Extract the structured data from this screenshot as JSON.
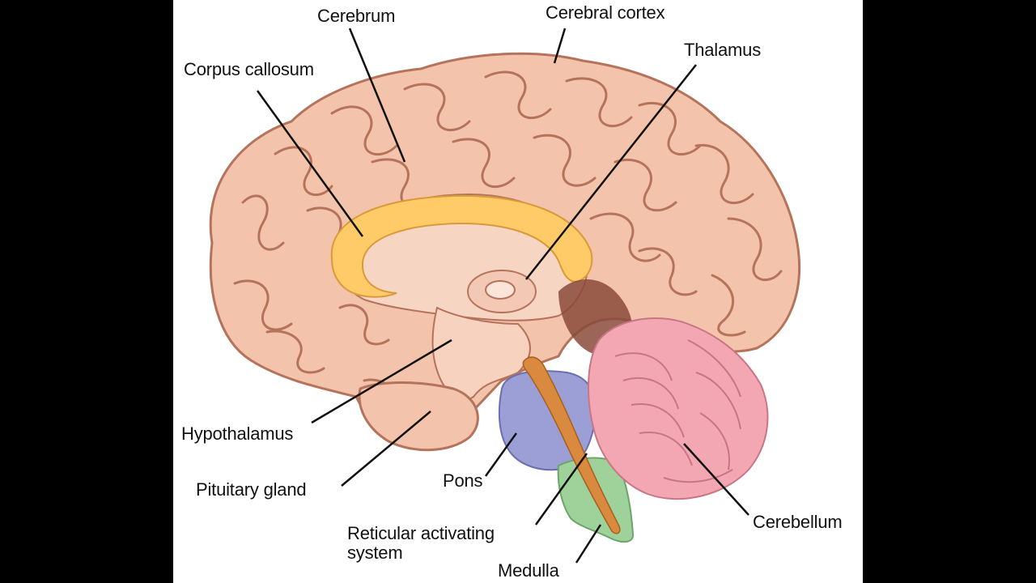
{
  "labels": {
    "cerebrum": "Cerebrum",
    "cerebral_cortex": "Cerebral cortex",
    "corpus_callosum": "Corpus callosum",
    "thalamus": "Thalamus",
    "hypothalamus": "Hypothalamus",
    "pituitary_gland": "Pituitary gland",
    "pons": "Pons",
    "reticular_line1": "Reticular activating",
    "reticular_line2": "system",
    "medulla": "Medulla",
    "cerebellum": "Cerebellum"
  },
  "colors": {
    "background": "#000000",
    "panel": "#ffffff",
    "cortex": "#f3c3ab",
    "gyri_outline": "#b5735c",
    "corpus_callosum": "#ffca68",
    "cerebellum": "#f2a7b3",
    "pons": "#9c9fd6",
    "medulla": "#9fd29a",
    "reticular": "#d98a3e",
    "leader_line": "#111111"
  }
}
